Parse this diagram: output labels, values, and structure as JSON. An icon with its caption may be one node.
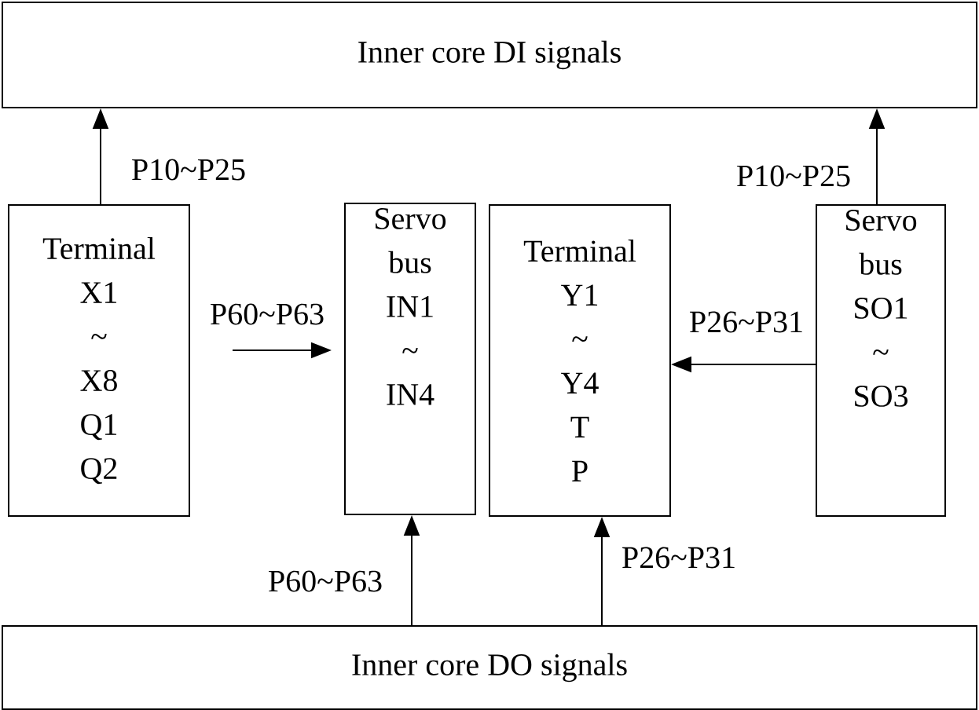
{
  "diagram": {
    "nodes": [
      {
        "text": [
          "Inner core DI signals"
        ]
      },
      {
        "text": [
          "Terminal X1 ~ X8 Q1 Q2"
        ]
      },
      {
        "text": [
          "Servo bus IN1 ~ IN4"
        ]
      },
      {
        "text": [
          "Terminal Y1 ~ Y4 T P"
        ]
      },
      {
        "text": [
          "Servo bus SO1 ~ SO3"
        ]
      },
      {
        "text": [
          "Inner core DO signals"
        ]
      }
    ],
    "edges": [
      {
        "from": 1,
        "to": 0,
        "arrow": "to",
        "label": "P10~P25"
      },
      {
        "from": 4,
        "to": 0,
        "arrow": "to",
        "label": "P10~P25"
      },
      {
        "from": null,
        "to": 2,
        "arrow": "to",
        "label": "P60~P63"
      },
      {
        "from": 4,
        "to": 3,
        "arrow": "to",
        "label": "P26~P31"
      },
      {
        "from": 5,
        "to": 2,
        "arrow": "to",
        "label": "P60~P63"
      },
      {
        "from": 5,
        "to": 3,
        "arrow": "to",
        "label": "P26~P31"
      }
    ]
  }
}
